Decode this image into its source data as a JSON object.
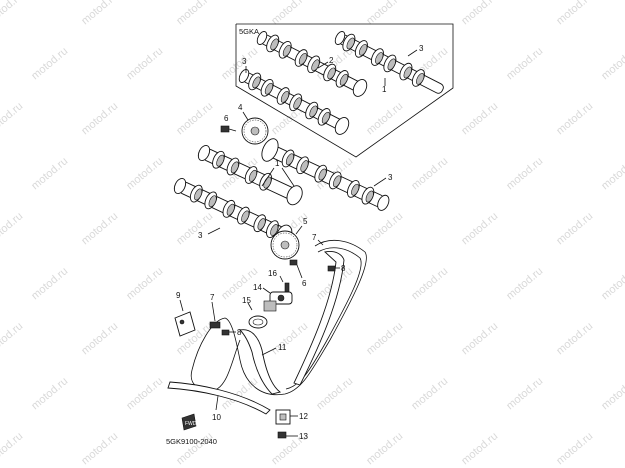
{
  "watermark_text": "motod.ru",
  "panel_label": "5GKA",
  "reference_code": "5GK9100-2040",
  "callouts": {
    "c1_inset": "1",
    "c2_inset": "2",
    "c3_inset_top": "3",
    "c3_inset_left": "3",
    "c4": "4",
    "c6_bolt": "6",
    "c1_main": "1",
    "c3_main_right": "3",
    "c3_main_left": "3",
    "c5": "5",
    "c6_lower": "6",
    "c7_right": "7",
    "c8_right": "8",
    "c16": "16",
    "c14": "14",
    "c15": "15",
    "c9": "9",
    "c7_left": "7",
    "c8_left": "8",
    "c11": "11",
    "c10": "10",
    "c12": "12",
    "c13": "13"
  },
  "colors": {
    "ink": "#111111",
    "watermark": "#d9d9d9",
    "background": "#ffffff"
  }
}
